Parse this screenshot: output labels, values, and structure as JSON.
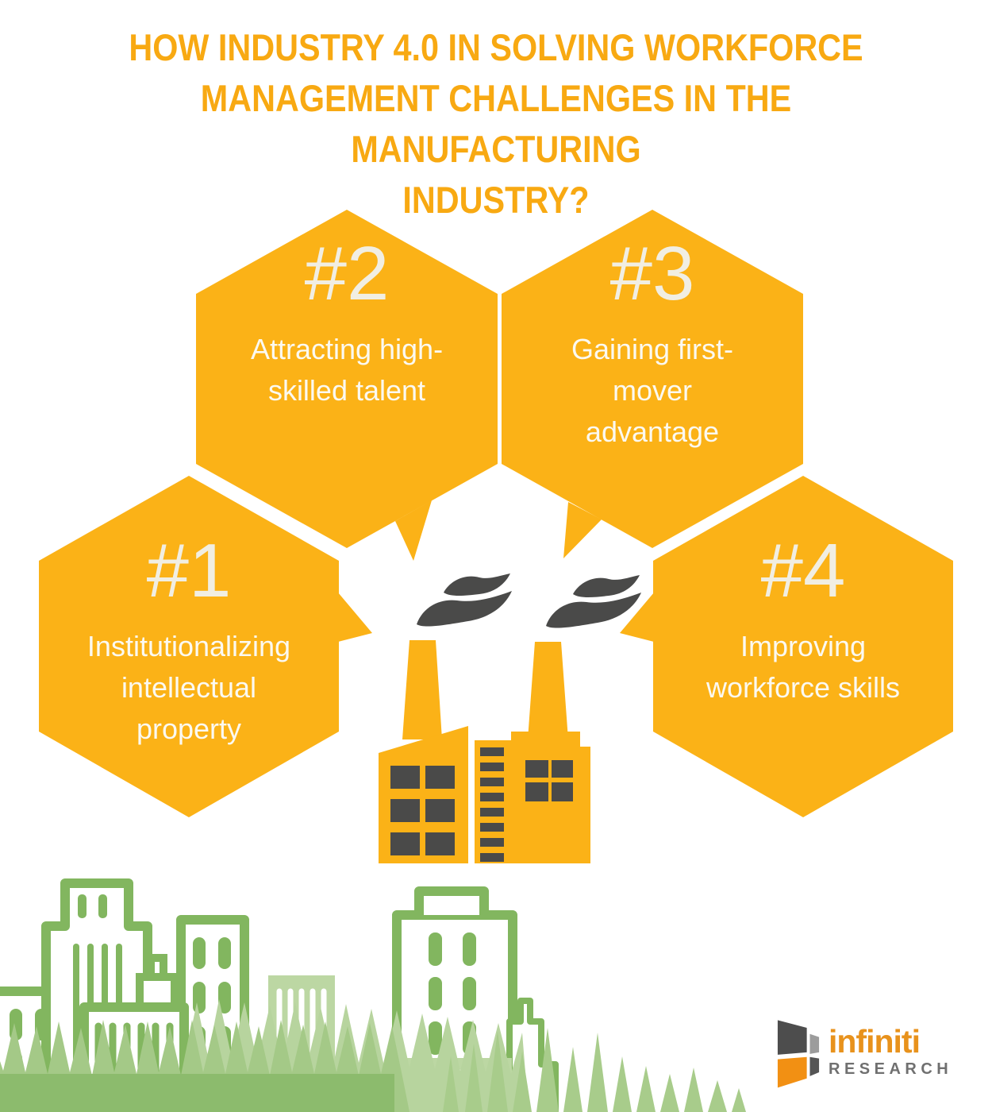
{
  "title": {
    "text": "HOW INDUSTRY 4.0 IN SOLVING WORKFORCE MANAGEMENT CHALLENGES IN THE MANUFACTURING INDUSTRY?",
    "lines": [
      "HOW INDUSTRY 4.0 IN SOLVING WORKFORCE",
      "MANAGEMENT CHALLENGES IN THE MANUFACTURING",
      "INDUSTRY?"
    ]
  },
  "hexagons": [
    {
      "number": "#1",
      "label": "Institutionalizing intellectual property",
      "lines": [
        "Institutionalizing",
        "intellectual",
        "property"
      ]
    },
    {
      "number": "#2",
      "label": "Attracting high-skilled talent",
      "lines": [
        "Attracting high-",
        "skilled talent"
      ]
    },
    {
      "number": "#3",
      "label": "Gaining first-mover advantage",
      "lines": [
        "Gaining first-",
        "mover",
        "advantage"
      ]
    },
    {
      "number": "#4",
      "label": "Improving workforce skills",
      "lines": [
        "Improving",
        "workforce skills"
      ]
    }
  ],
  "logo": {
    "brand": "infiniti",
    "subtitle": "RESEARCH"
  },
  "colors": {
    "title_orange": "#F8A912",
    "hexagon_orange": "#FBB217",
    "factory_orange": "#FBB217",
    "smoke_gray": "#4A4A49",
    "hex_number_text": "#F1EEE2",
    "hex_label_text": "#FBF9F1",
    "skyline_green": "#82B65F",
    "skyline_light_green": "#BCD7A3",
    "grass_green": "#A4C987",
    "grass_light_green": "#B7D49E",
    "grass_tuft_green": "#A8CC8B",
    "ground_green": "#8CBB6D",
    "logo_orange": "#E8921C",
    "logo_dark_gray": "#4D4D4D",
    "logo_mid_gray": "#9C9C9C",
    "logo_text_gray": "#707070"
  }
}
